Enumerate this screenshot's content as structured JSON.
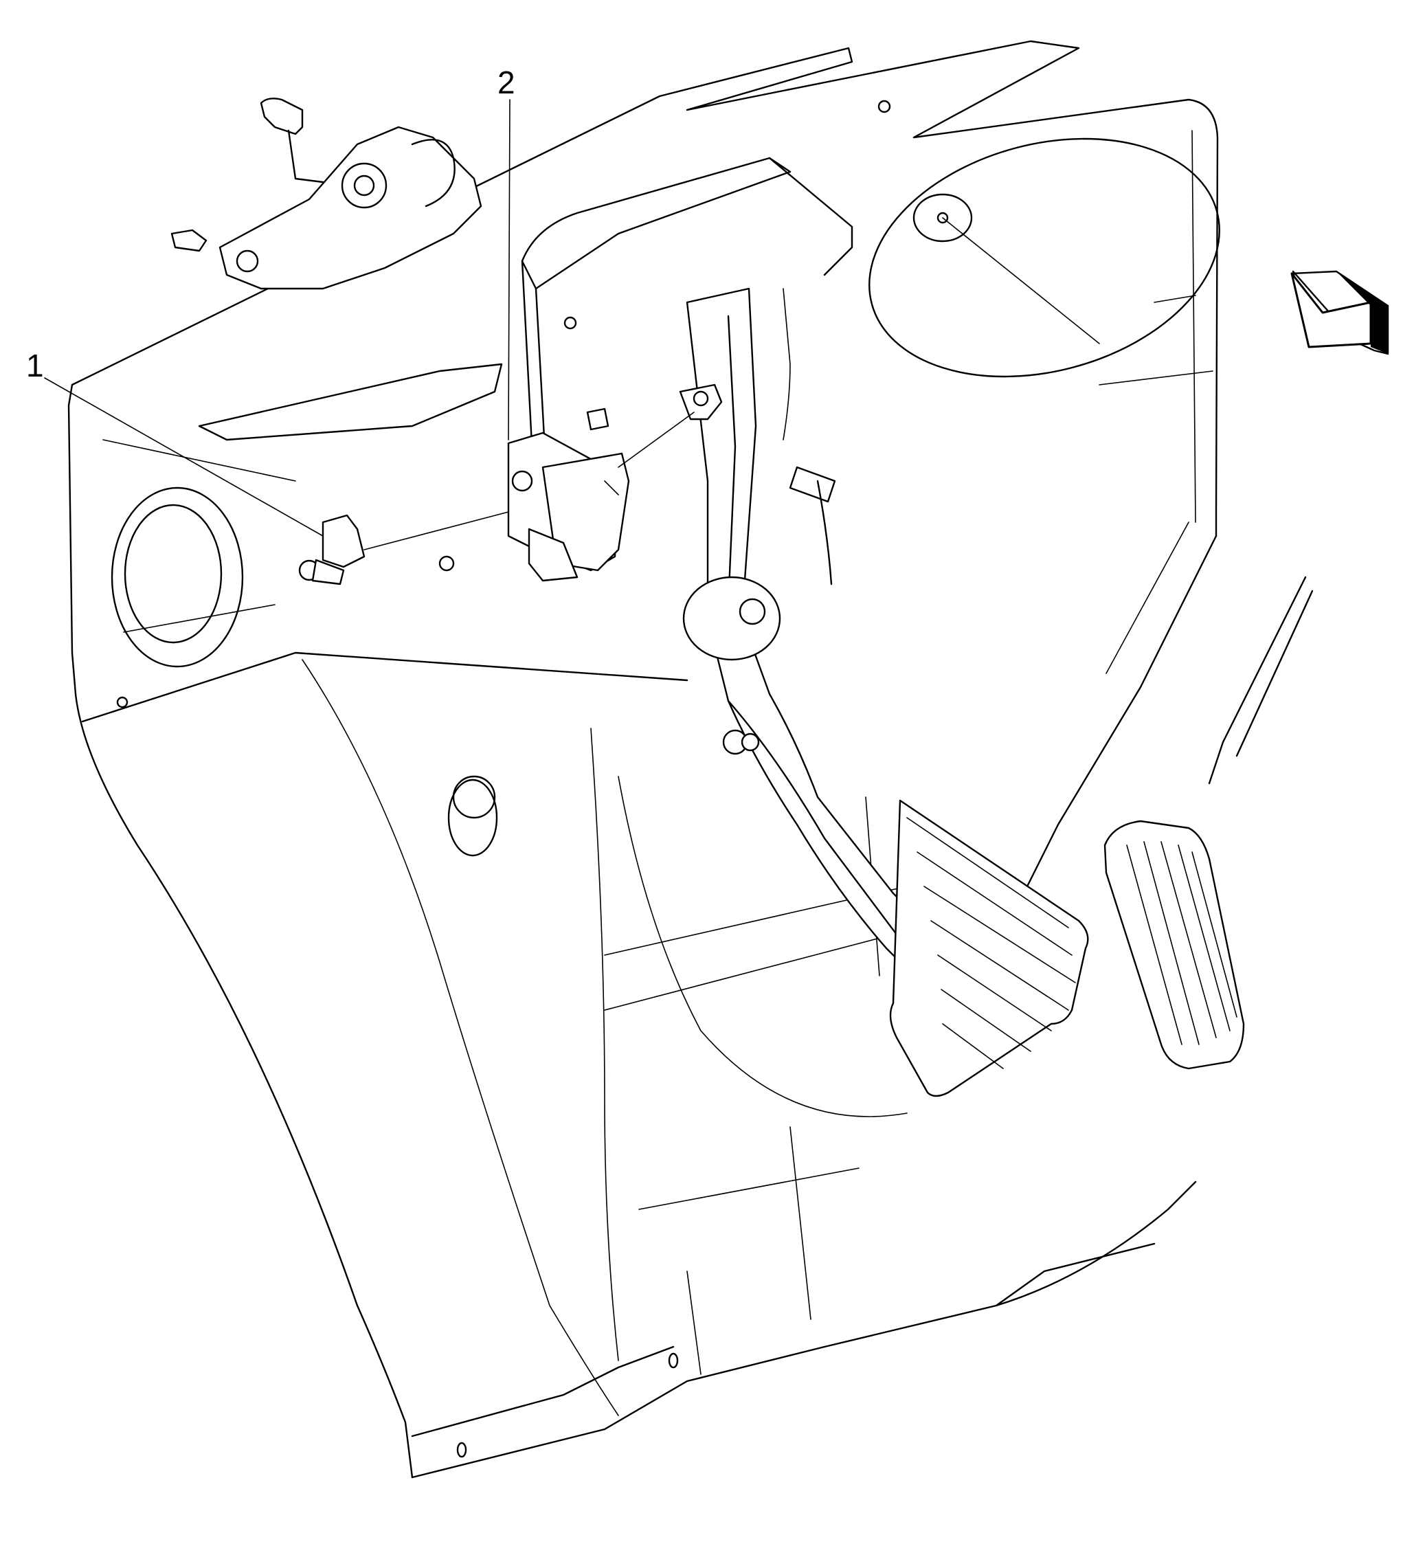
{
  "callouts": [
    {
      "id": "1",
      "label": "1"
    },
    {
      "id": "2",
      "label": "2"
    }
  ],
  "colors": {
    "stroke": "#000000",
    "background": "#ffffff"
  },
  "icons": {
    "view_direction": "view-direction-arrow-icon"
  }
}
